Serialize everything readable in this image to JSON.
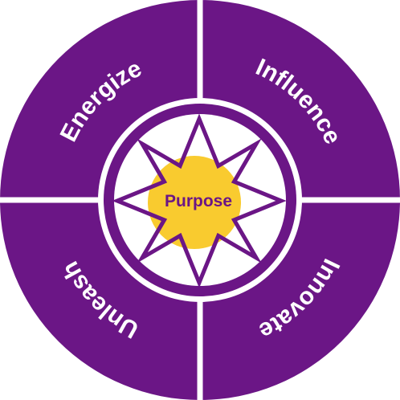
{
  "diagram": {
    "colors": {
      "primary": "#6b1686",
      "accent": "#f9cb2f",
      "background": "#ffffff"
    },
    "quadrants": [
      {
        "key": "top-left",
        "label": "Energize"
      },
      {
        "key": "top-right",
        "label": "Influence"
      },
      {
        "key": "bottom-left",
        "label": "Unleash"
      },
      {
        "key": "bottom-right",
        "label": "Innovate"
      }
    ],
    "center": {
      "label": "Purpose",
      "icon": "compass-star-icon"
    }
  }
}
